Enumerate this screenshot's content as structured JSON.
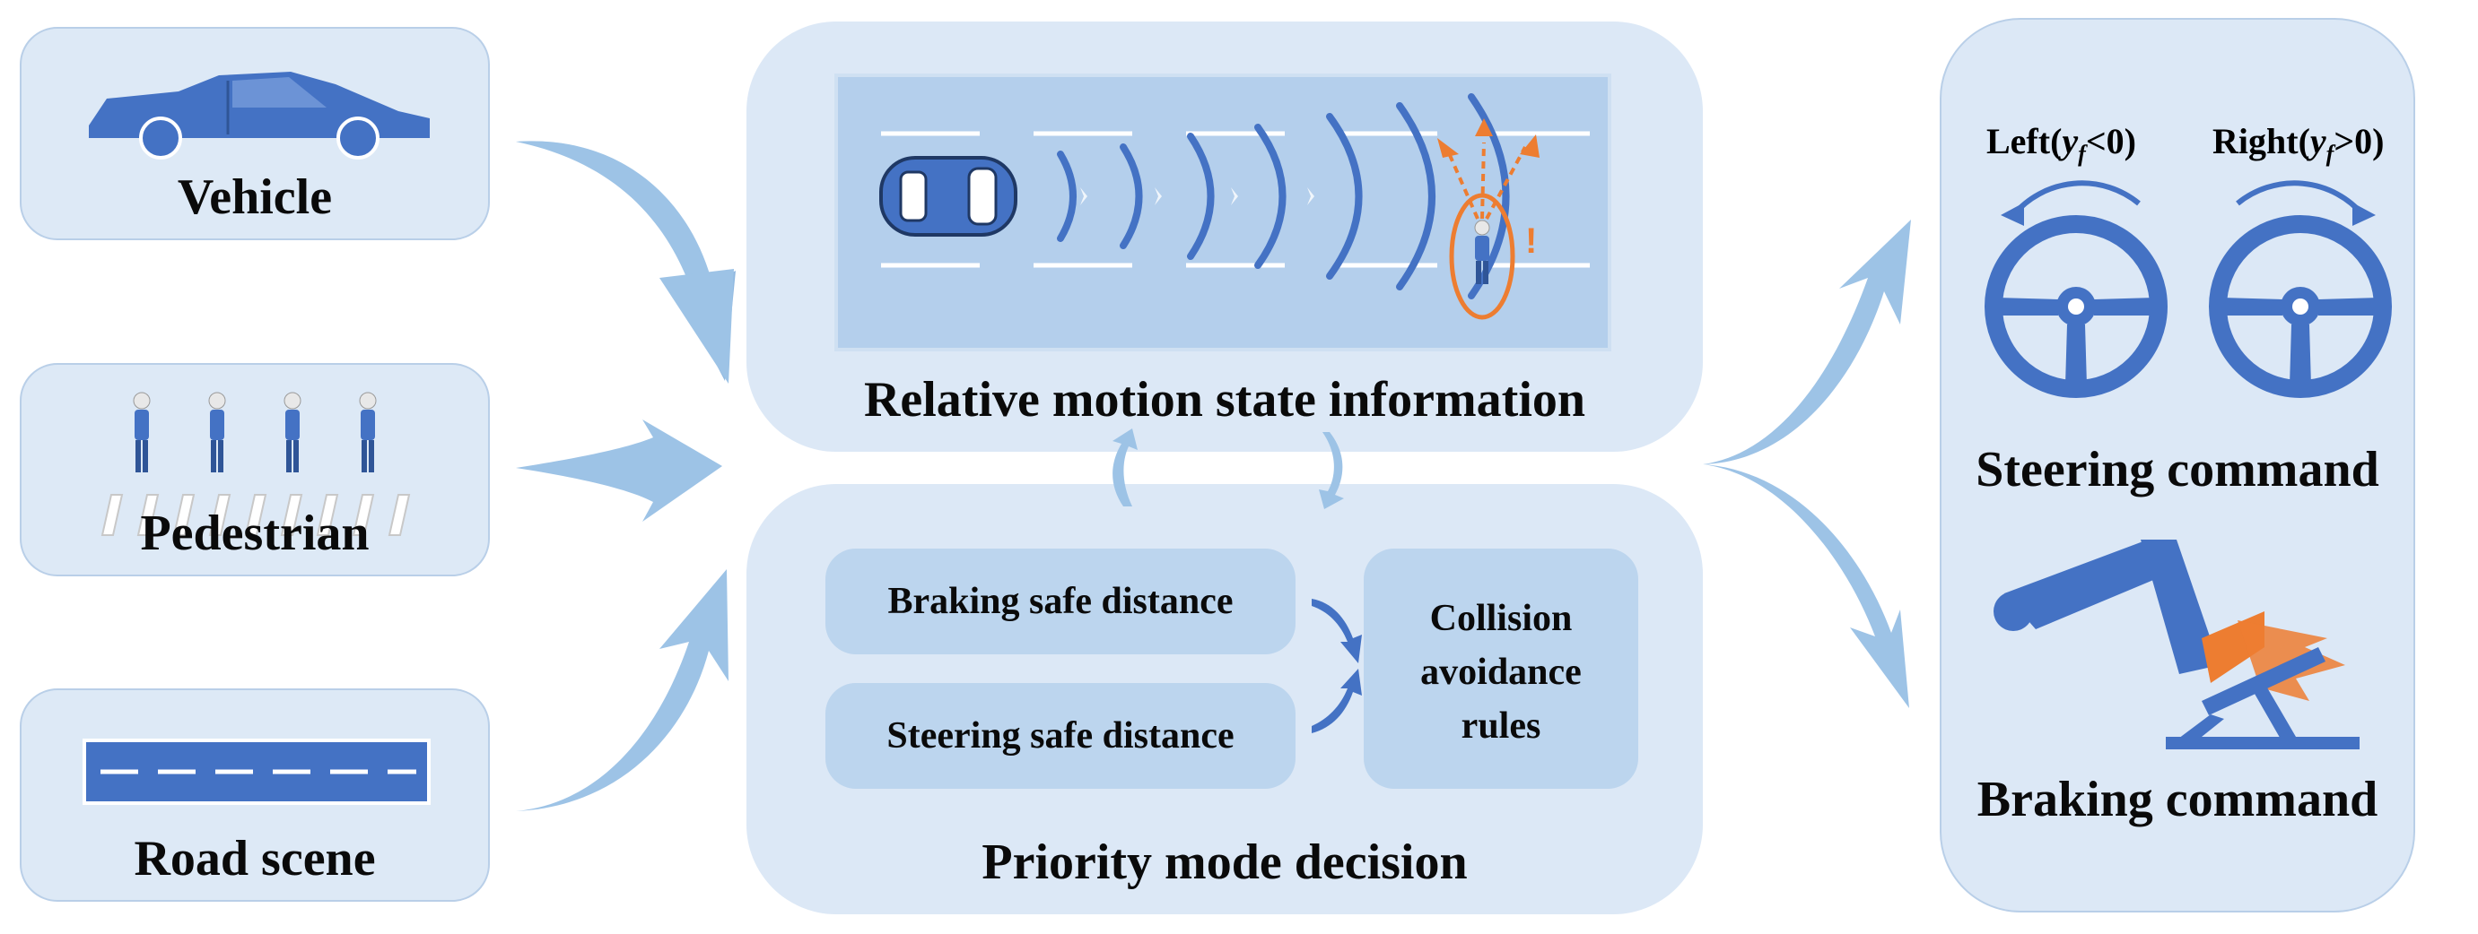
{
  "inputs": {
    "vehicle": "Vehicle",
    "pedestrian": "Pedestrian",
    "road_scene": "Road scene"
  },
  "center": {
    "motion_state": "Relative motion state information",
    "priority_mode": "Priority mode decision",
    "braking_safe_distance": "Braking safe distance",
    "steering_safe_distance": "Steering safe distance",
    "collision_rules": [
      "Collision",
      "avoidance",
      "rules"
    ],
    "warning_mark": "!"
  },
  "outputs": {
    "left_label_prefix": "Left(",
    "left_label_var": "y",
    "left_label_sub": "f",
    "left_label_suffix": "<0)",
    "right_label_prefix": "Right(",
    "right_label_var": "y",
    "right_label_sub": "f",
    "right_label_suffix": ">0)",
    "steering_command": "Steering command",
    "braking_command": "Braking command"
  },
  "colors": {
    "box_fill": "#dde9f6",
    "accent_blue": "#4472c4",
    "arrow_blue": "#9dc3e6",
    "orange": "#ed7d31"
  }
}
